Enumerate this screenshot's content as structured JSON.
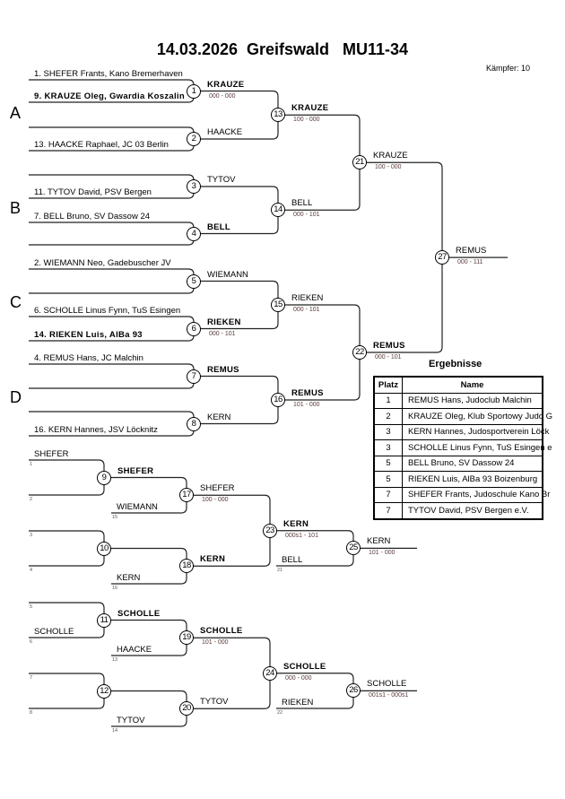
{
  "header": {
    "title": "14.03.2026  Greifswald   MU11-34",
    "fighters": "Kämpfer: 10"
  },
  "pools": [
    "A",
    "B",
    "C",
    "D"
  ],
  "main_entrants": [
    {
      "text": "1. SHEFER Frants, Kano Bremerhaven",
      "emphasis": false
    },
    {
      "text": "9. KRAUZE Oleg, Gwardia Koszalin",
      "emphasis": true
    },
    {
      "text": "",
      "emphasis": false
    },
    {
      "text": "13. HAACKE Raphael, JC 03 Berlin",
      "emphasis": false
    },
    {
      "text": "",
      "emphasis": false
    },
    {
      "text": "11. TYTOV David, PSV Bergen",
      "emphasis": false
    },
    {
      "text": "7. BELL Bruno, SV Dassow 24",
      "emphasis": false
    },
    {
      "text": "",
      "emphasis": false
    },
    {
      "text": "2. WIEMANN Neo, Gadebuscher JV",
      "emphasis": false
    },
    {
      "text": "",
      "emphasis": false
    },
    {
      "text": "6. SCHOLLE Linus Fynn, TuS Esingen",
      "emphasis": false
    },
    {
      "text": "14. RIEKEN Luis, AlBa 93",
      "emphasis": true
    },
    {
      "text": "4. REMUS Hans, JC Malchin",
      "emphasis": false
    },
    {
      "text": "",
      "emphasis": false
    },
    {
      "text": "",
      "emphasis": false
    },
    {
      "text": "16. KERN Hannes, JSV Löcknitz",
      "emphasis": false
    }
  ],
  "matches": [
    {
      "no": "1",
      "winner": "KRAUZE",
      "emphasis": true,
      "score": "000 - 000"
    },
    {
      "no": "2",
      "winner": "HAACKE",
      "emphasis": false,
      "score": ""
    },
    {
      "no": "3",
      "winner": "TYTOV",
      "emphasis": false,
      "score": ""
    },
    {
      "no": "4",
      "winner": "BELL",
      "emphasis": true,
      "score": ""
    },
    {
      "no": "5",
      "winner": "WIEMANN",
      "emphasis": false,
      "score": ""
    },
    {
      "no": "6",
      "winner": "RIEKEN",
      "emphasis": true,
      "score": "000 - 101"
    },
    {
      "no": "7",
      "winner": "REMUS",
      "emphasis": true,
      "score": ""
    },
    {
      "no": "8",
      "winner": "KERN",
      "emphasis": false,
      "score": ""
    },
    {
      "no": "9",
      "winner": "SHEFER",
      "emphasis": true,
      "score": ""
    },
    {
      "no": "10",
      "winner": "",
      "emphasis": false,
      "score": ""
    },
    {
      "no": "11",
      "winner": "SCHOLLE",
      "emphasis": true,
      "score": ""
    },
    {
      "no": "12",
      "winner": "",
      "emphasis": false,
      "score": ""
    },
    {
      "no": "13",
      "winner": "KRAUZE",
      "emphasis": true,
      "score": "100 - 000"
    },
    {
      "no": "14",
      "winner": "BELL",
      "emphasis": false,
      "score": "000 - 101"
    },
    {
      "no": "15",
      "winner": "RIEKEN",
      "emphasis": false,
      "score": "000 - 101"
    },
    {
      "no": "16",
      "winner": "REMUS",
      "emphasis": true,
      "score": "101 - 000"
    },
    {
      "no": "17",
      "winner": "SHEFER",
      "emphasis": false,
      "score": "100 - 000"
    },
    {
      "no": "18",
      "winner": "KERN",
      "emphasis": true,
      "score": ""
    },
    {
      "no": "19",
      "winner": "SCHOLLE",
      "emphasis": true,
      "score": "101 - 000"
    },
    {
      "no": "20",
      "winner": "TYTOV",
      "emphasis": false,
      "score": ""
    },
    {
      "no": "21",
      "winner": "KRAUZE",
      "emphasis": false,
      "score": "100 - 000"
    },
    {
      "no": "22",
      "winner": "REMUS",
      "emphasis": true,
      "score": "000 - 101"
    },
    {
      "no": "23",
      "winner": "KERN",
      "emphasis": true,
      "score": "000s1 - 101"
    },
    {
      "no": "24",
      "winner": "SCHOLLE",
      "emphasis": true,
      "score": "000 - 000"
    },
    {
      "no": "25",
      "winner": "KERN",
      "emphasis": false,
      "score": "101 - 000"
    },
    {
      "no": "26",
      "winner": "SCHOLLE",
      "emphasis": false,
      "score": "001s1 - 000s1"
    },
    {
      "no": "27",
      "winner": "REMUS",
      "emphasis": false,
      "score": "000 - 111"
    }
  ],
  "repechage_entrants": [
    {
      "text": "SHEFER",
      "slot": "1"
    },
    {
      "text": "",
      "slot": "2"
    },
    {
      "text": "",
      "slot": "3"
    },
    {
      "text": "",
      "slot": "4"
    },
    {
      "text": "",
      "slot": "5"
    },
    {
      "text": "SCHOLLE",
      "slot": "6"
    },
    {
      "text": "",
      "slot": "7"
    },
    {
      "text": "",
      "slot": "8"
    },
    {
      "text": "WIEMANN",
      "slot": "15"
    },
    {
      "text": "KERN",
      "slot": "16"
    },
    {
      "text": "HAACKE",
      "slot": "13"
    },
    {
      "text": "TYTOV",
      "slot": "14"
    },
    {
      "text": "BELL",
      "slot": "21"
    },
    {
      "text": "RIEKEN",
      "slot": "22"
    }
  ],
  "results": {
    "title": "Ergebnisse",
    "headers": [
      "Platz",
      "Name"
    ],
    "rows": [
      {
        "place": "1",
        "name": "REMUS Hans, Judoclub Malchin"
      },
      {
        "place": "2",
        "name": "KRAUZE Oleg, Klub Sportowy Judo G"
      },
      {
        "place": "3",
        "name": "KERN Hannes, Judosportverein Löck"
      },
      {
        "place": "3",
        "name": "SCHOLLE Linus Fynn, TuS Esingen e"
      },
      {
        "place": "5",
        "name": "BELL Bruno, SV Dassow 24"
      },
      {
        "place": "5",
        "name": "RIEKEN Luis, AlBa 93 Boizenburg"
      },
      {
        "place": "7",
        "name": "SHEFER Frants, Judoschule Kano Br"
      },
      {
        "place": "7",
        "name": "TYTOV David, PSV Bergen e.V."
      }
    ]
  }
}
